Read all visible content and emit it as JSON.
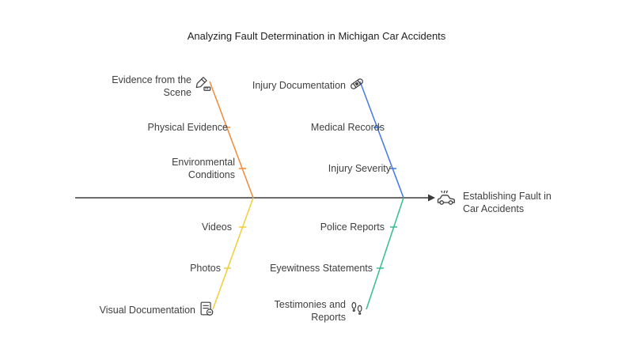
{
  "title": "Analyzing Fault Determination in Michigan Car Accidents",
  "colors": {
    "spine": "#3a3a3a",
    "top_left": "#ee8b39",
    "top_right": "#4479e4",
    "bottom_left": "#efce38",
    "bottom_right": "#35bd8d"
  },
  "branches": {
    "top_left": {
      "name": "Evidence from the Scene",
      "items": [
        {
          "label": "Evidence from the\nScene",
          "icon": "pencil-ruler-icon"
        },
        {
          "label": "Physical Evidence"
        },
        {
          "label": "Environmental\nConditions"
        }
      ]
    },
    "top_right": {
      "name": "Injury Documentation",
      "items": [
        {
          "label": "Injury Documentation",
          "icon": "bandage-icon"
        },
        {
          "label": "Medical Records"
        },
        {
          "label": "Injury Severity"
        }
      ]
    },
    "bottom_left": {
      "name": "Visual Documentation",
      "items": [
        {
          "label": "Videos"
        },
        {
          "label": "Photos"
        },
        {
          "label": "Visual Documentation",
          "icon": "document-minus-icon"
        }
      ]
    },
    "bottom_right": {
      "name": "Testimonies and Reports",
      "items": [
        {
          "label": "Police Reports"
        },
        {
          "label": "Eyewitness Statements"
        },
        {
          "label": "Testimonies and\nReports",
          "icon": "footprints-icon"
        }
      ]
    }
  },
  "effect": {
    "label": "Establishing Fault in\nCar Accidents",
    "icon": "car-icon"
  }
}
